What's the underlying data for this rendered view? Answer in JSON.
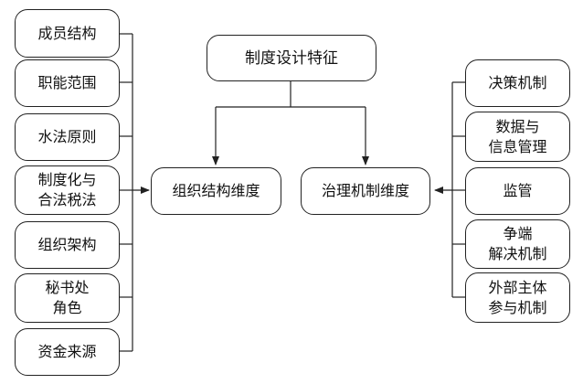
{
  "diagram": {
    "top": {
      "label": "制度设计特征"
    },
    "left_dimension": {
      "label": "组织结构维度"
    },
    "right_dimension": {
      "label": "治理机制维度"
    },
    "left_items": [
      {
        "label": "成员结构"
      },
      {
        "label": "职能范围"
      },
      {
        "label": "水法原则"
      },
      {
        "label": "制度化与\n合法税法"
      },
      {
        "label": "组织架构"
      },
      {
        "label": "秘书处\n角色"
      },
      {
        "label": "资金来源"
      }
    ],
    "right_items": [
      {
        "label": "决策机制"
      },
      {
        "label": "数据与\n信息管理"
      },
      {
        "label": "监管"
      },
      {
        "label": "争端\n解决机制"
      },
      {
        "label": "外部主体\n参与机制"
      }
    ]
  }
}
